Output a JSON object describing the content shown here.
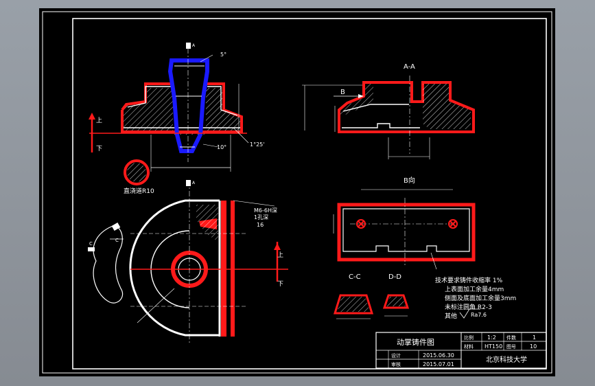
{
  "colors": {
    "background": "#8c9098",
    "sheet": "#000000",
    "line": "#ffffff",
    "accent_red": "#ff1a1a",
    "accent_blue": "#1a1aff"
  },
  "drawing": {
    "labels": {
      "taper_angle": "5°",
      "draft_angle": "10°",
      "draft_angle_2": "1°25'",
      "sprue": "直浇道R10",
      "up": "上",
      "down": "下",
      "section_aa": "A-A",
      "view_b": "B向",
      "view_b_arrow": "B",
      "section_cc": "C-C",
      "section_dd": "D-D",
      "thread_note_1": "M6-6H深",
      "thread_note_2": "1孔深",
      "thread_note_3": "16",
      "cut_a_top": "A",
      "cut_a_bottom": "A",
      "cut_c_left": "C",
      "cut_c_right": "C"
    },
    "notes": {
      "heading": "技术要求铸件收缩率 1%",
      "lines": [
        "上表面加工余量4mm",
        "侧面及底面加工余量3mm",
        "未标注圆角 R2-3",
        "其他"
      ],
      "roughness": "Ra7.6"
    },
    "title_block": {
      "title": "动掌铸件图",
      "scale_label": "比例",
      "scale": "1:2",
      "qty_label": "件数",
      "qty": "1",
      "material_label": "材料",
      "material": "HT150",
      "sheet_label": "图号",
      "sheet_no": "10",
      "designer_label": "设计",
      "checker_label": "审核",
      "date_1": "2015.06.30",
      "date_2": "2015.07.01",
      "school": "北京科技大学"
    }
  }
}
